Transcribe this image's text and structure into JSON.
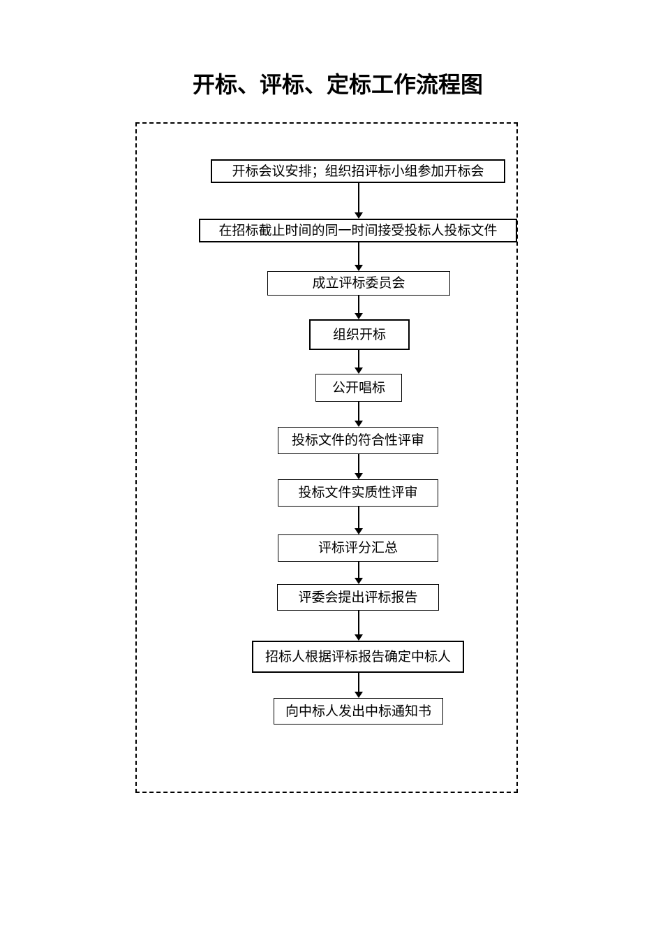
{
  "page": {
    "title": "开标、评标、定标工作流程图"
  },
  "colors": {
    "line": "#000000",
    "background": "#ffffff"
  },
  "flowchart": {
    "direction": "top-down",
    "frame_style": "dashed",
    "steps": [
      {
        "label": "开标会议安排；组织招评标小组参加开标会"
      },
      {
        "label": "在招标截止时间的同一时间接受投标人投标文件"
      },
      {
        "label": "成立评标委员会"
      },
      {
        "label": "组织开标"
      },
      {
        "label": "公开唱标"
      },
      {
        "label": "投标文件的符合性评审"
      },
      {
        "label": "投标文件实质性评审"
      },
      {
        "label": "评标评分汇总"
      },
      {
        "label": "评委会提出评标报告"
      },
      {
        "label": "招标人根据评标报告确定中标人"
      },
      {
        "label": "向中标人发出中标通知书"
      }
    ]
  }
}
